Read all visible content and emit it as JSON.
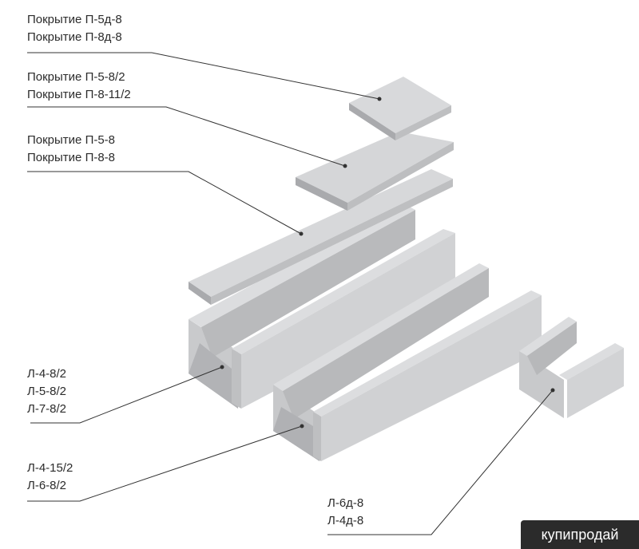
{
  "groups": [
    {
      "lines": [
        "Покрытие П-5д-8",
        "Покрытие П-8д-8"
      ]
    },
    {
      "lines": [
        "Покрытие П-5-8/2",
        "Покрытие П-8-11/2"
      ]
    },
    {
      "lines": [
        "Покрытие П-5-8",
        "Покрытие П-8-8"
      ]
    },
    {
      "lines": [
        "Л-4-8/2",
        "Л-5-8/2",
        "Л-7-8/2"
      ]
    },
    {
      "lines": [
        "Л-4-15/2",
        "Л-6-8/2"
      ]
    },
    {
      "lines": [
        "Л-6д-8",
        "Л-4д-8"
      ]
    }
  ],
  "watermark": "купипродай"
}
